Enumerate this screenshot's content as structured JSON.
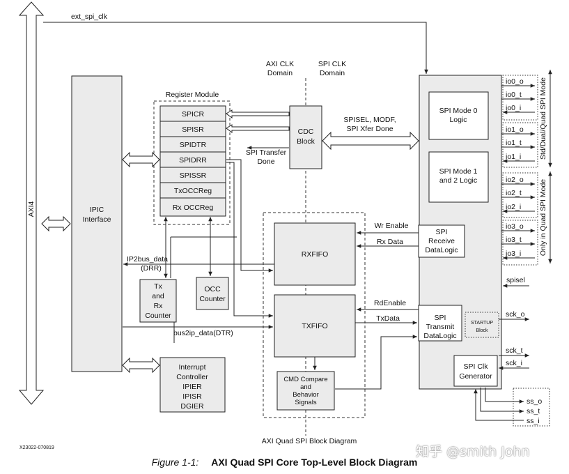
{
  "signals": {
    "ext_spi_clk": "ext_spi_clk",
    "axi4": "AXI4",
    "axi_clk_domain_1": "AXI CLK",
    "axi_clk_domain_2": "Domain",
    "spi_clk_domain_1": "SPI CLK",
    "spi_clk_domain_2": "Domain",
    "spisel_modf_1": "SPISEL, MODF,",
    "spisel_modf_2": "SPI Xfer Done",
    "spi_transfer_done_1": "SPI Transfer",
    "spi_transfer_done_2": "Done",
    "ip2bus_data_1": "IP2bus_data",
    "ip2bus_data_2": "(DRR)",
    "bus2ip_data": "bus2ip_data(DTR)",
    "wr_enable": "Wr Enable",
    "rx_data": "Rx Data",
    "rd_enable": "RdEnable",
    "tx_data": "TxData",
    "spisel": "spisel",
    "sck_o": "sck_o",
    "sck_t": "sck_t",
    "sck_i": "sck_i",
    "io": [
      "io0_o",
      "io0_t",
      "io0_i",
      "io1_o",
      "io1_t",
      "io1_i",
      "io2_o",
      "io2_t",
      "io2_i",
      "io3_o",
      "io3_t",
      "io3_i"
    ],
    "ss": [
      "ss_o",
      "ss_t",
      "ss_i"
    ],
    "std_dual_quad": "Std/Dual/Quad SPI Mode",
    "only_quad": "Only in Quad SPI Mode"
  },
  "blocks": {
    "ipic_1": "IPIC",
    "ipic_2": "Interface",
    "register_module": "Register Module",
    "registers": [
      "SPICR",
      "SPISR",
      "SPIDTR",
      "SPIDRR",
      "SPISSR",
      "TxOCCReg",
      "Rx OCCReg"
    ],
    "cdc_1": "CDC",
    "cdc_2": "Block",
    "rxfifo": "RXFIFO",
    "txfifo": "TXFIFO",
    "tx_rx_counter": [
      "Tx",
      "and",
      "Rx",
      "Counter"
    ],
    "occ_counter": [
      "OCC",
      "Counter"
    ],
    "interrupt_controller": [
      "Interrupt",
      "Controller",
      "IPIER",
      "IPISR",
      "DGIER"
    ],
    "cmd_compare": [
      "CMD Compare",
      "and",
      "Behavior",
      "Signals"
    ],
    "spi_mode0": [
      "SPI Mode 0",
      "Logic"
    ],
    "spi_mode12": [
      "SPI Mode 1",
      "and 2 Logic"
    ],
    "spi_receive": [
      "SPI",
      "Receive",
      "DataLogic"
    ],
    "spi_transmit": [
      "SPI",
      "Transmit",
      "DataLogic"
    ],
    "startup": [
      "STARTUP",
      "Block"
    ],
    "spi_clk_gen": [
      "SPI Clk",
      "Generator"
    ],
    "axi_quad_label": "AXI Quad SPI Block Diagram"
  },
  "doc_id": "X23022-070819",
  "caption": {
    "figure": "Figure 1-1:",
    "title": "AXI Quad SPI Core Top-Level Block Diagram"
  },
  "watermark": "知乎 @smith John",
  "colors": {
    "block_fill": "#ebebeb",
    "line": "#222222"
  }
}
